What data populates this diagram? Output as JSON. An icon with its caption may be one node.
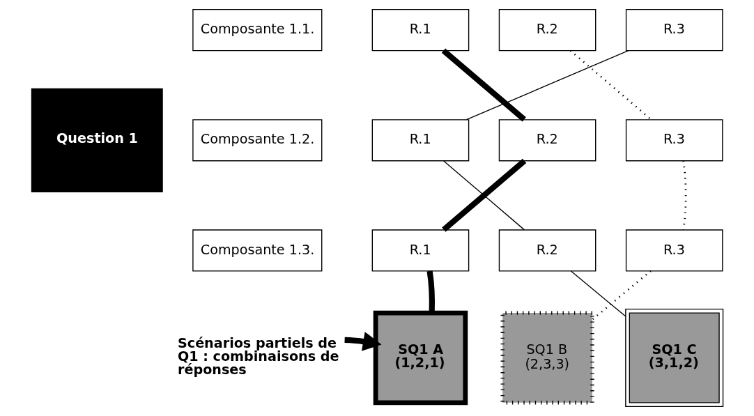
{
  "diagram": {
    "nodes": [
      {
        "text": [
          "Question 1"
        ]
      },
      {
        "text": [
          "Composante 1.1."
        ]
      },
      {
        "text": [
          "R.1"
        ]
      },
      {
        "text": [
          "R.2"
        ]
      },
      {
        "text": [
          "R.3"
        ]
      },
      {
        "text": [
          "Composante 1.2."
        ]
      },
      {
        "text": [
          "R.1"
        ]
      },
      {
        "text": [
          "R.2"
        ]
      },
      {
        "text": [
          "R.3"
        ]
      },
      {
        "text": [
          "Composante 1.3."
        ]
      },
      {
        "text": [
          "R.1"
        ]
      },
      {
        "text": [
          "R.2"
        ]
      },
      {
        "text": [
          "R.3"
        ]
      },
      {
        "text": [
          "Scénarios partiels de Q1 : combinaisons de réponses"
        ]
      },
      {
        "text": [
          "SQ1 A",
          "(1,2,1)"
        ]
      },
      {
        "text": [
          "SQ1 B",
          "(2,3,3)"
        ]
      },
      {
        "text": [
          "SQ1 C",
          "(3,1,2)"
        ]
      }
    ],
    "edges": [
      {
        "from": 2,
        "to": 7,
        "arrow": "none",
        "style": "thick"
      },
      {
        "from": 3,
        "to": 8,
        "arrow": "none",
        "style": "dashed"
      },
      {
        "from": 4,
        "to": 6,
        "arrow": "none"
      },
      {
        "from": 7,
        "to": 10,
        "arrow": "none",
        "style": "thick"
      },
      {
        "from": 6,
        "to": 11,
        "arrow": "none"
      },
      {
        "from": 8,
        "to": 12,
        "arrow": "none",
        "style": "dashed"
      },
      {
        "from": 10,
        "to": 14,
        "arrow": "none",
        "style": "thick"
      },
      {
        "from": 11,
        "to": 16,
        "arrow": "none"
      },
      {
        "from": 12,
        "to": 15,
        "arrow": "none",
        "style": "dashed"
      },
      {
        "from": 13,
        "to": 14,
        "arrow": "to",
        "style": "thick"
      }
    ]
  }
}
